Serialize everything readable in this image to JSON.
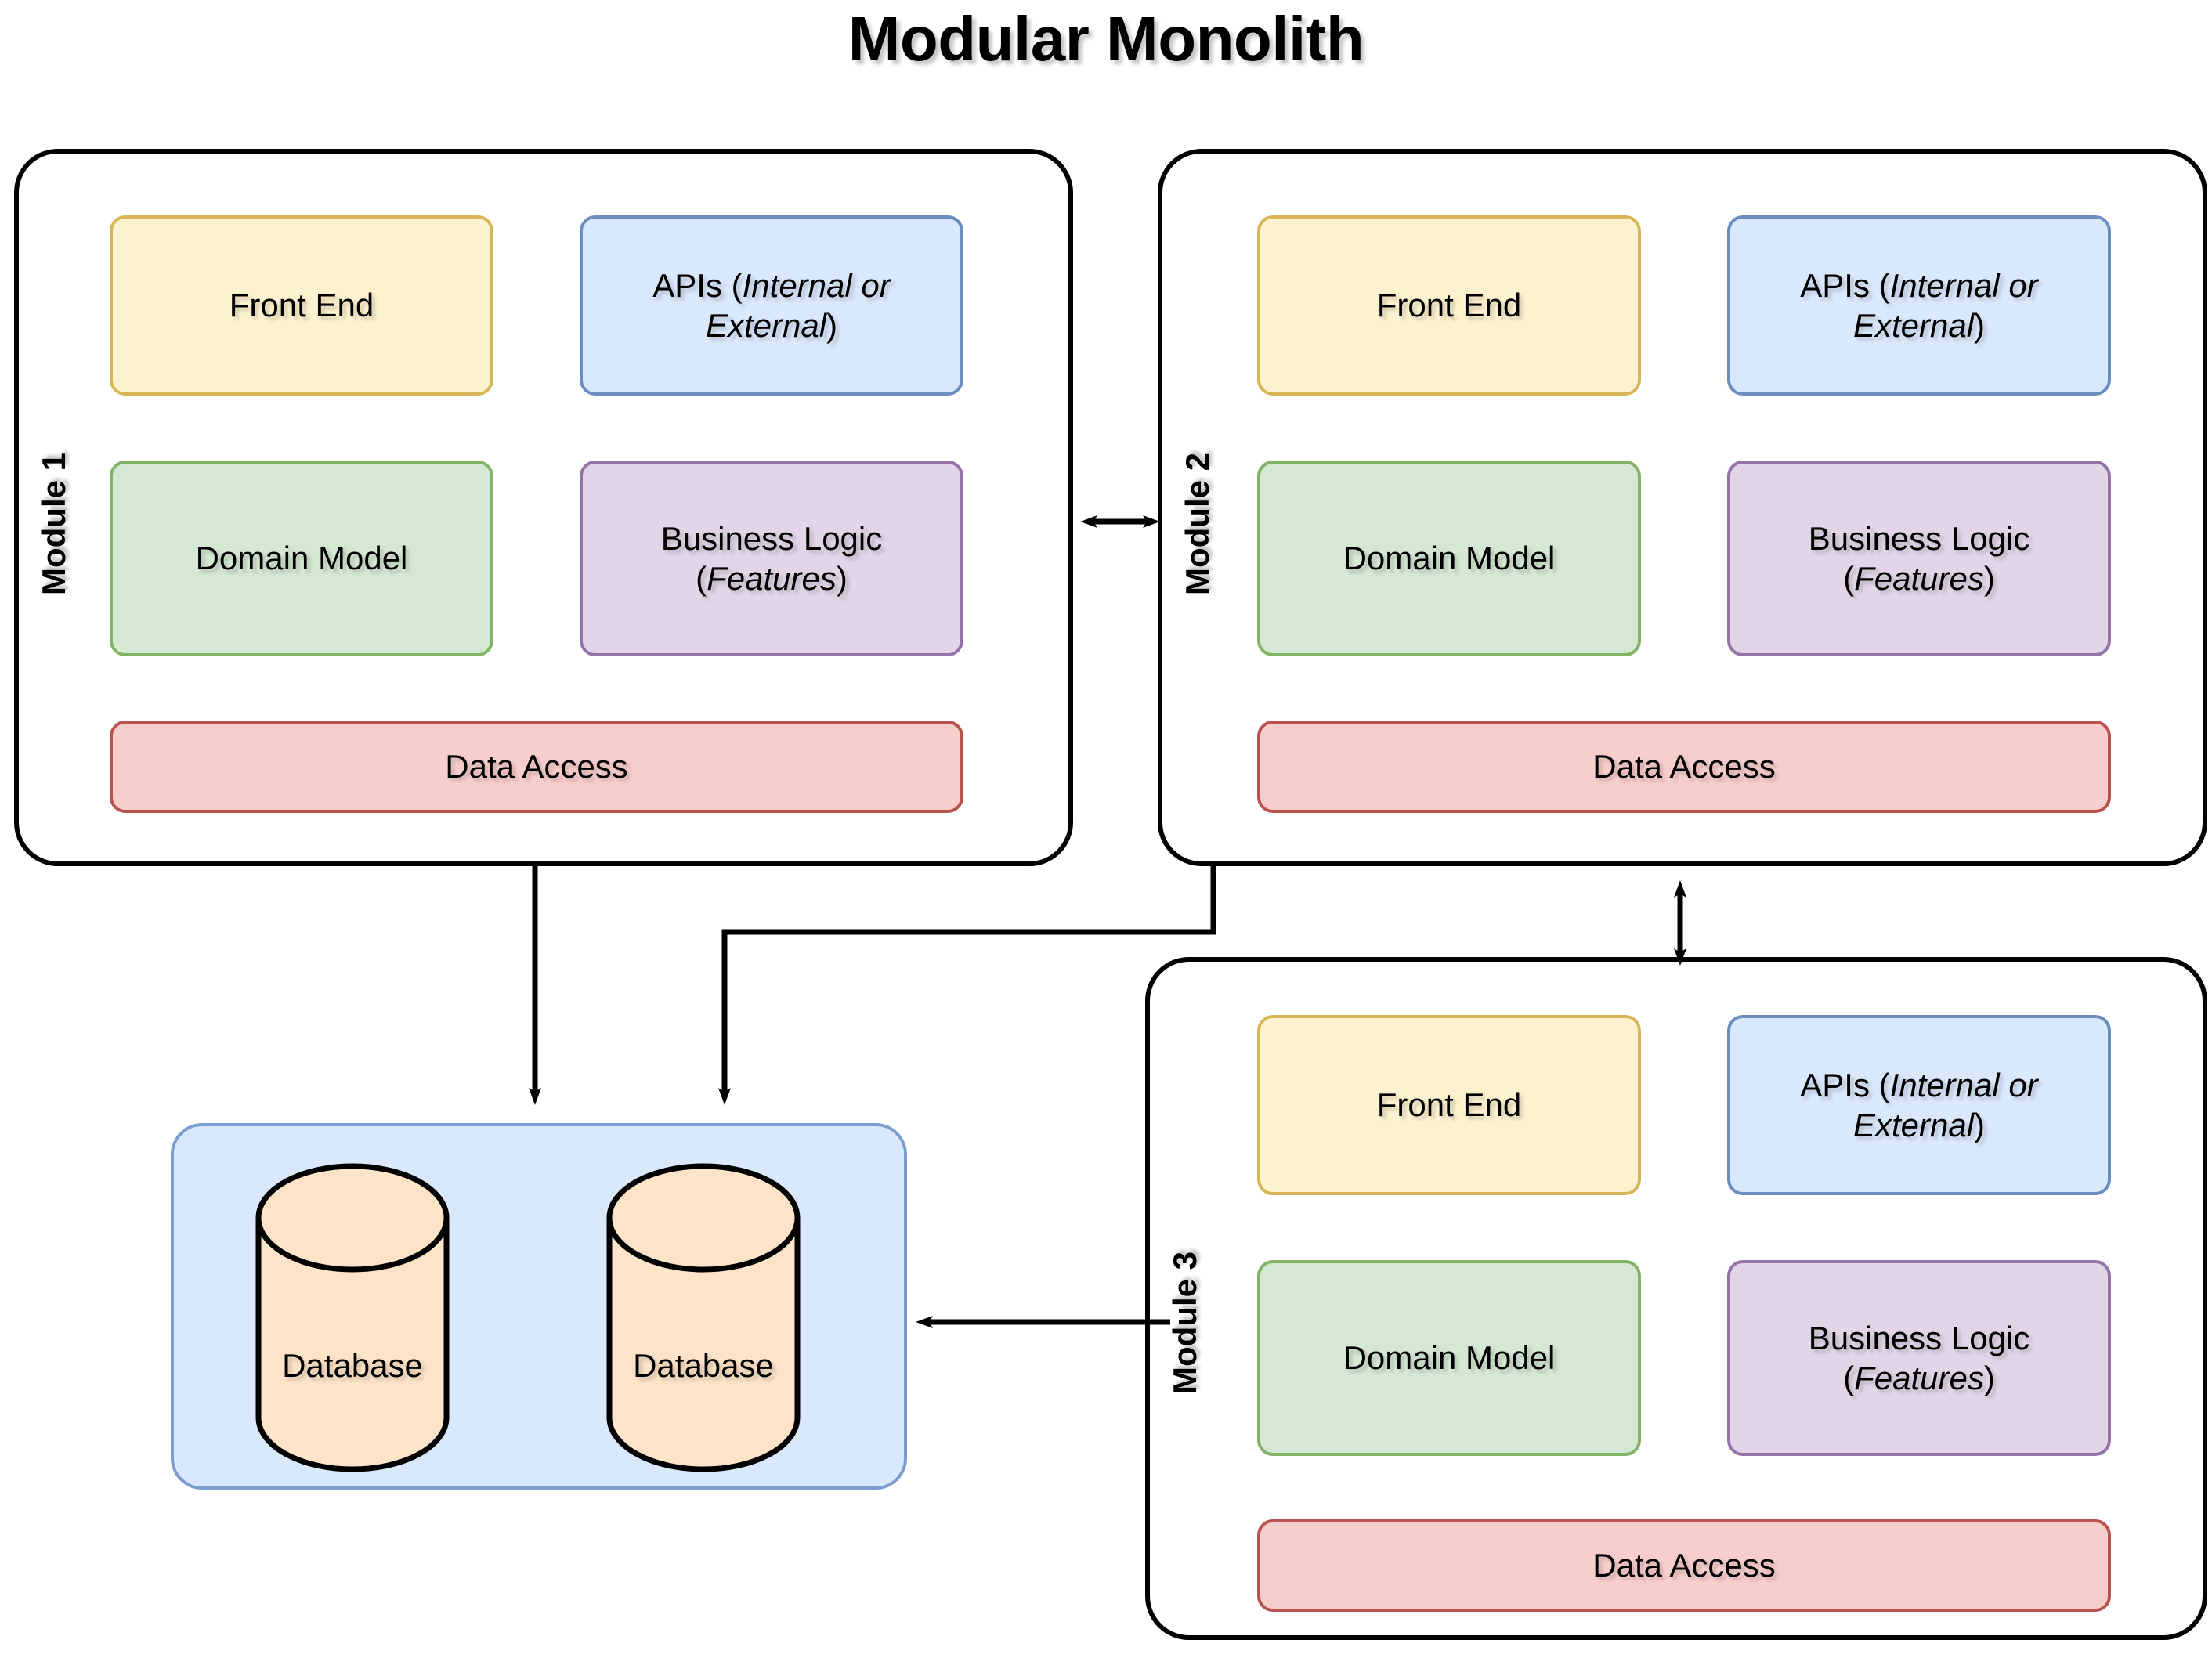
{
  "title": "Modular Monolith",
  "colors": {
    "frame_border": "#000000",
    "front_end_fill": "#fdf2cf",
    "front_end_stroke": "#d6b656",
    "apis_fill": "#dae8fc",
    "apis_stroke": "#6c8ebf",
    "domain_fill": "#d5e8d4",
    "domain_stroke": "#82b366",
    "business_fill": "#e1d5e7",
    "business_stroke": "#9673a6",
    "data_access_fill": "#f8cecc",
    "data_access_stroke": "#b85450",
    "db_container_fill": "#dae8fc",
    "db_container_stroke": "#7a9ccf",
    "database_fill": "#fde4c8",
    "database_stroke": "#000000",
    "arrow": "#000000",
    "background": "#ffffff"
  },
  "labels": {
    "front_end": "Front End",
    "apis_prefix": "APIs (",
    "apis_italic": "Internal or External",
    "apis_suffix": ")",
    "domain_model": "Domain Model",
    "business_prefix": "Business Logic",
    "business_italic": "Features",
    "data_access": "Data Access",
    "database": "Database"
  },
  "modules": [
    {
      "id": "module-1",
      "label": "Module 1"
    },
    {
      "id": "module-2",
      "label": "Module 2"
    },
    {
      "id": "module-3",
      "label": "Module 3"
    }
  ],
  "database_group": {
    "databases": [
      {
        "label": "Database"
      },
      {
        "label": "Database"
      }
    ]
  },
  "connections": [
    {
      "id": "module1-module2",
      "from": "Module 1",
      "to": "Module 2",
      "direction": "bidirectional"
    },
    {
      "id": "module2-module3",
      "from": "Module 2",
      "to": "Module 3",
      "direction": "bidirectional"
    },
    {
      "id": "module1-database",
      "from": "Module 1",
      "to": "Database",
      "direction": "one-way"
    },
    {
      "id": "module2-database",
      "from": "Module 2",
      "to": "Database",
      "direction": "one-way"
    },
    {
      "id": "module3-database",
      "from": "Module 3",
      "to": "Database",
      "direction": "one-way"
    }
  ]
}
